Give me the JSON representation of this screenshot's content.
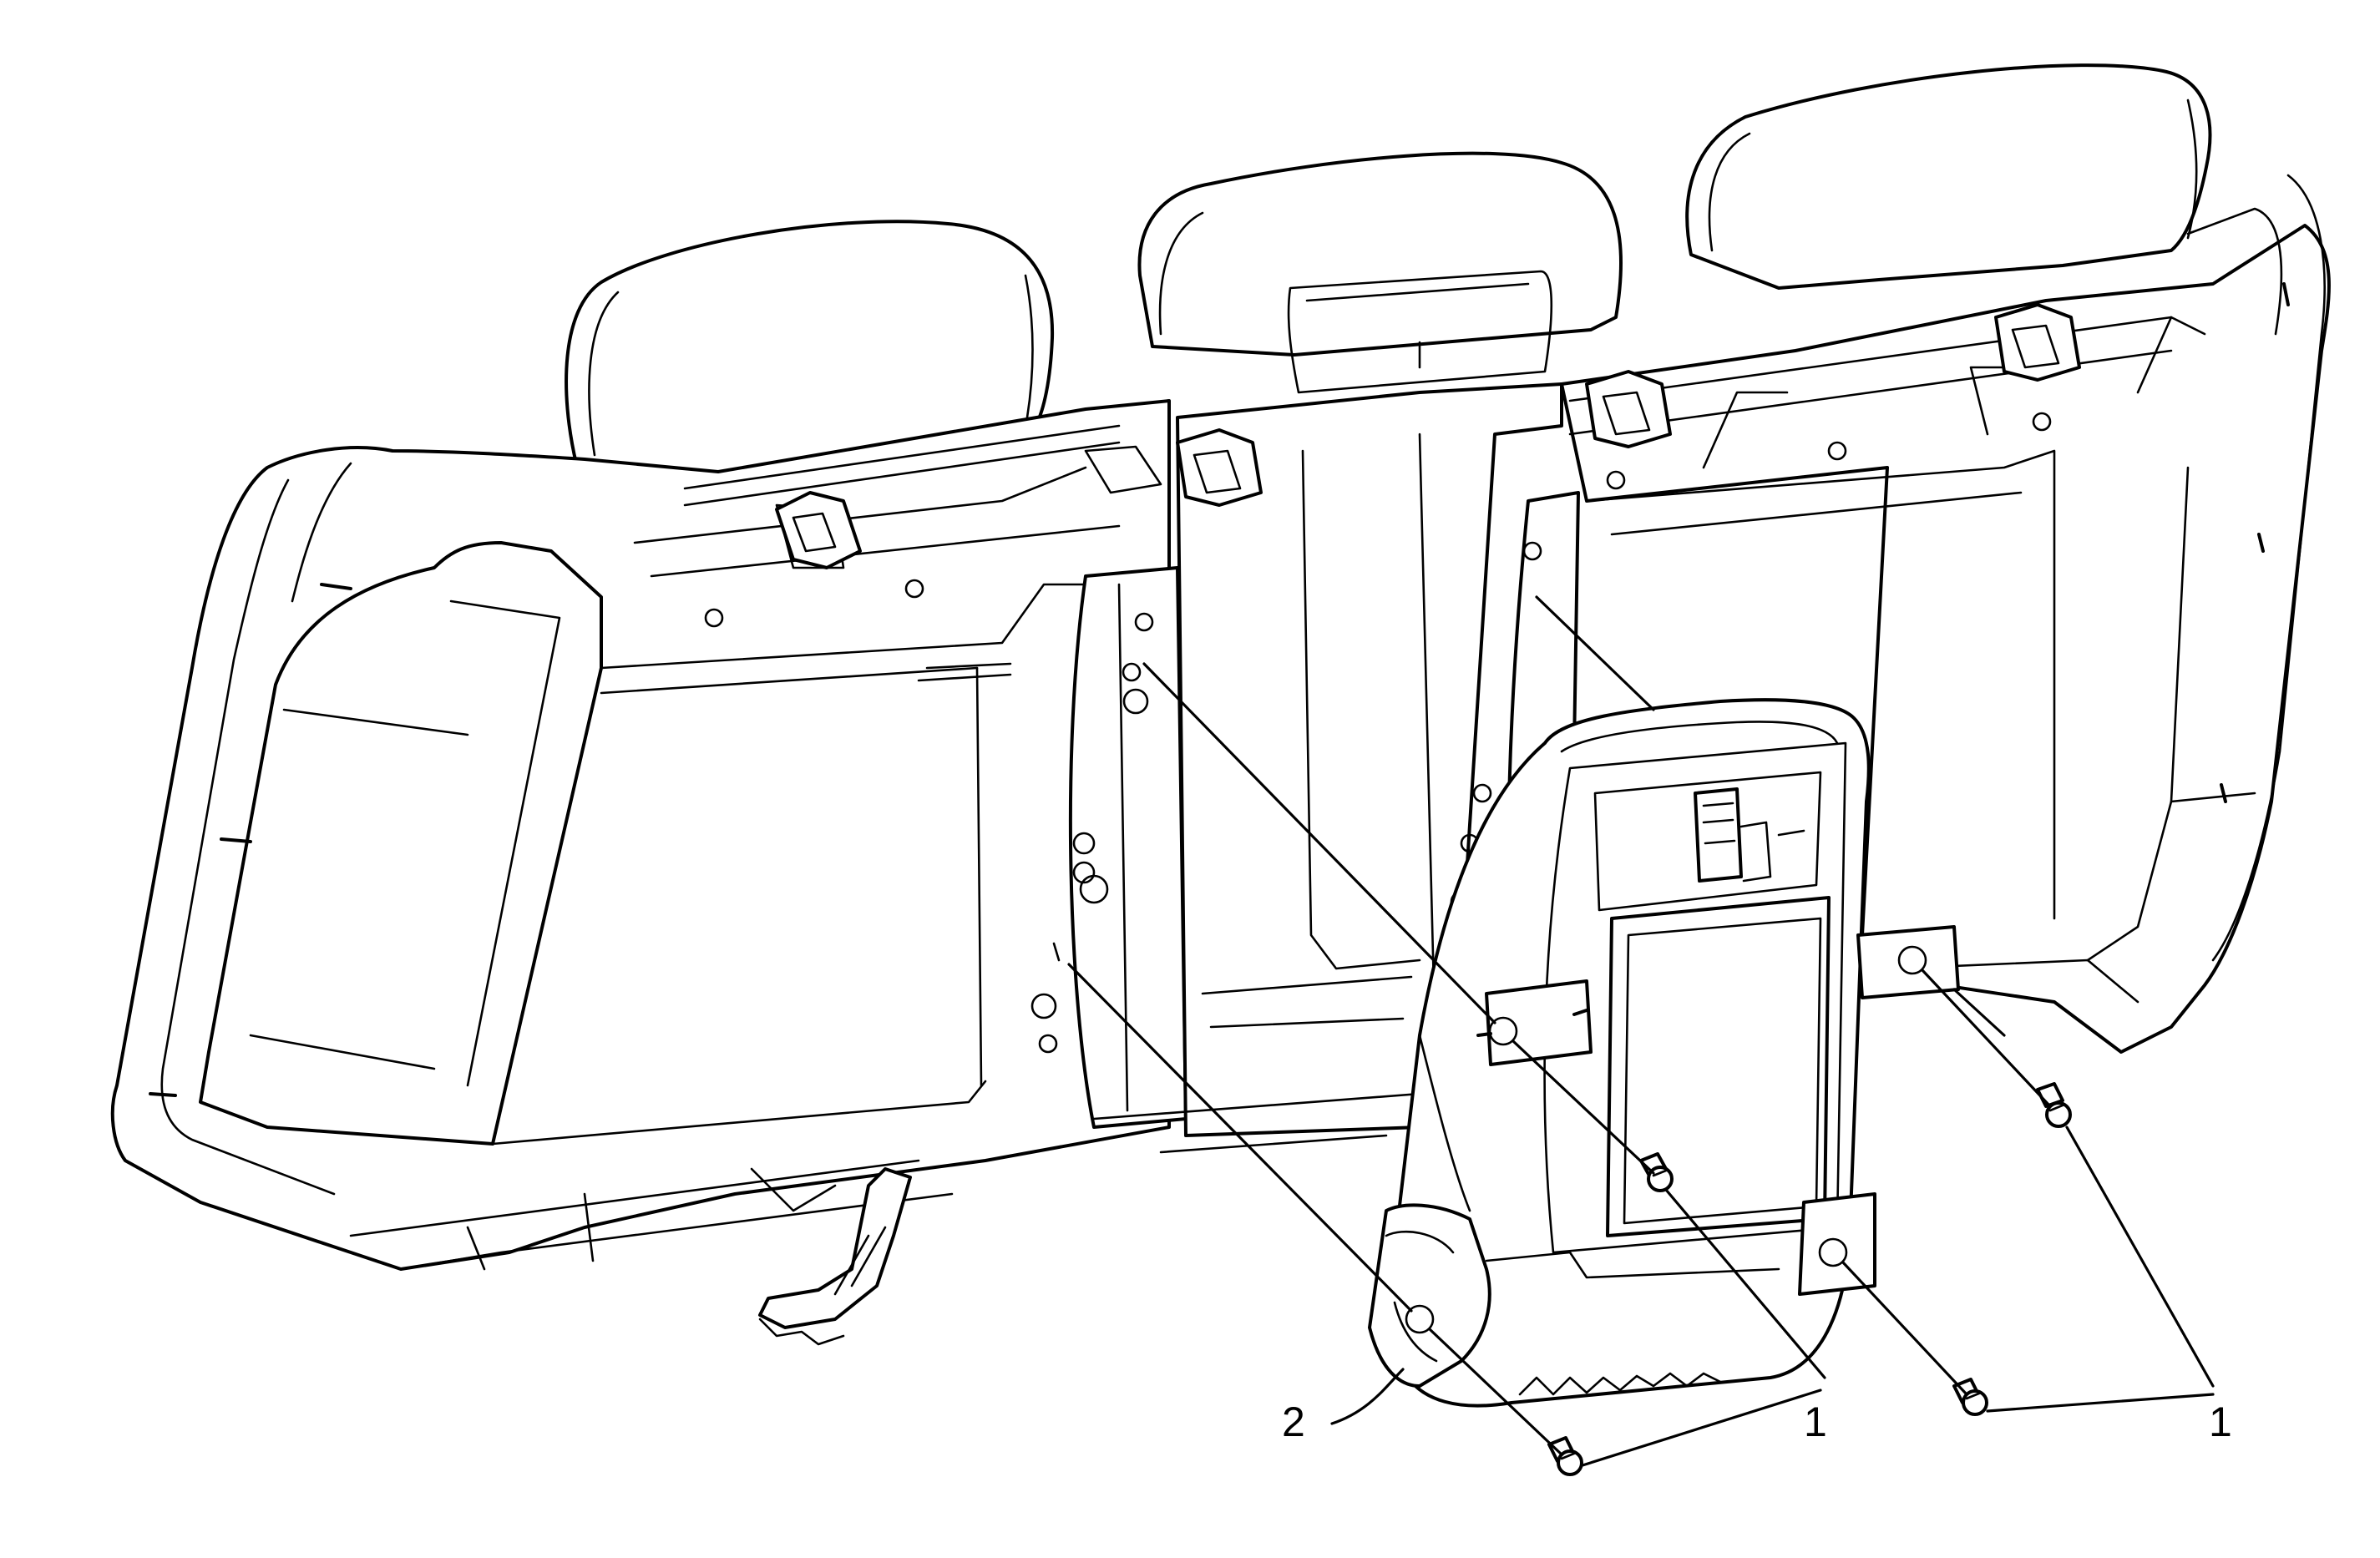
{
  "callouts": [
    {
      "id": "callout-1-left",
      "label": "1"
    },
    {
      "id": "callout-1-right",
      "label": "1"
    },
    {
      "id": "callout-2",
      "label": "2"
    }
  ],
  "colors": {
    "line": "#000000",
    "background": "#ffffff"
  }
}
